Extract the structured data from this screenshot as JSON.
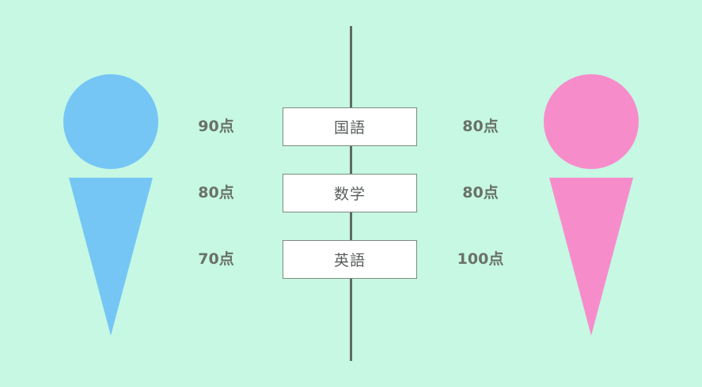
{
  "colors": {
    "background": "#c6f8e3",
    "left_figure": "#75c6f5",
    "right_figure": "#f78ccb",
    "line": "#5f6b61",
    "score_text": "#6a7168"
  },
  "left_figure": {
    "icon": "person-icon"
  },
  "right_figure": {
    "icon": "person-icon"
  },
  "rows": [
    {
      "subject": "国語",
      "left_score": "90点",
      "right_score": "80点"
    },
    {
      "subject": "数学",
      "left_score": "80点",
      "right_score": "80点"
    },
    {
      "subject": "英語",
      "left_score": "70点",
      "right_score": "100点"
    }
  ]
}
